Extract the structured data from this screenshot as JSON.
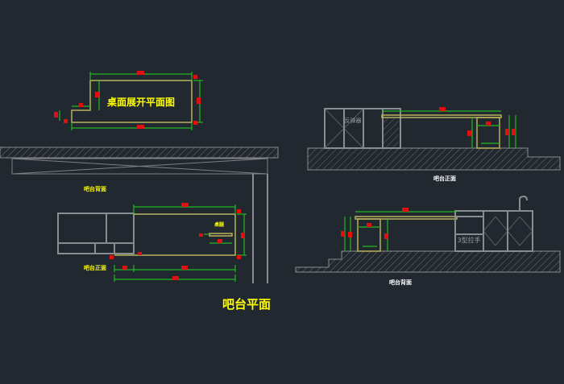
{
  "drawings": {
    "tabletop_unfolded": {
      "title": "桌面展开平面图"
    },
    "beam_view": {
      "label": "吧台背面"
    },
    "plan": {
      "front_label": "吧台正面",
      "leg_label": "桌腿",
      "title": "吧台平面"
    },
    "front_elevation": {
      "label": "吧台正面",
      "cabinet_label": "反弹器"
    },
    "back_elevation": {
      "label": "吧台背面",
      "handle_label": "3型拉手"
    }
  },
  "colors": {
    "background": "#212830",
    "outline": "#b8b35a",
    "dimension": "#22b822",
    "dimension_text": "#e01010",
    "label": "#ffff00"
  }
}
